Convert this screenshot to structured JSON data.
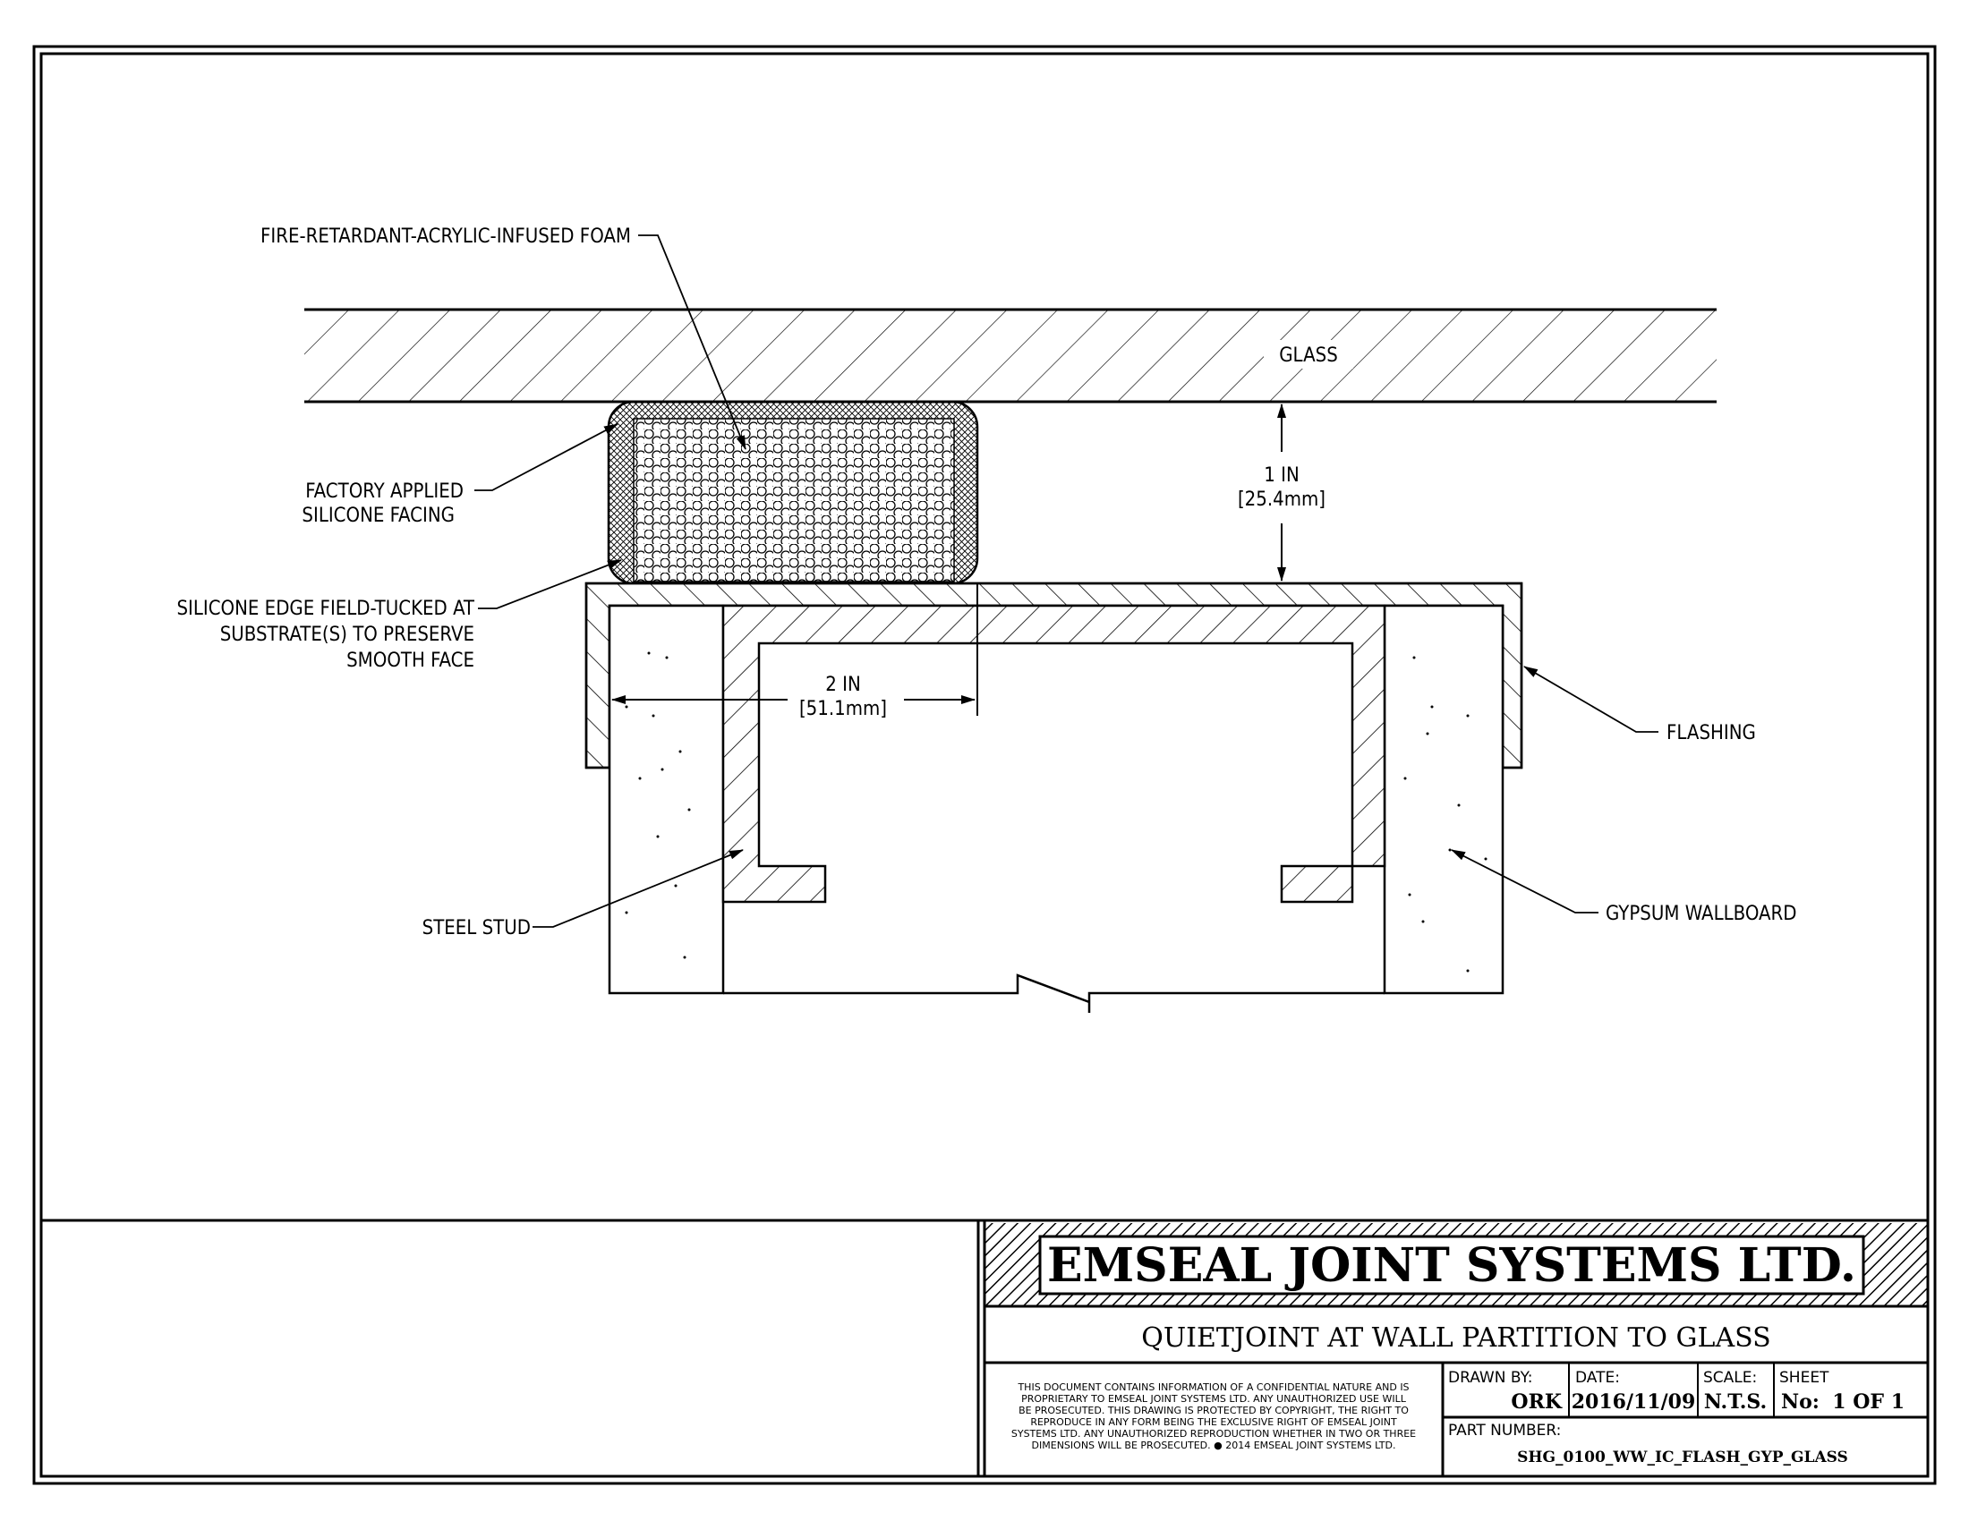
{
  "labels": {
    "foam": "FIRE-RETARDANT-ACRYLIC-INFUSED FOAM",
    "glass": "GLASS",
    "facing_line1": "FACTORY APPLIED",
    "facing_line2": "SILICONE FACING",
    "edge_line1": "SILICONE EDGE FIELD-TUCKED AT",
    "edge_line2": "SUBSTRATE(S) TO PRESERVE",
    "edge_line3": "SMOOTH FACE",
    "dim_gap_line1": "1 IN",
    "dim_gap_line2": "[25.4mm]",
    "dim_width_line1": "2 IN",
    "dim_width_line2": "[51.1mm]",
    "flashing": "FLASHING",
    "steel_stud": "STEEL STUD",
    "gypsum": "GYPSUM WALLBOARD"
  },
  "title_block": {
    "company": "EMSEAL JOINT SYSTEMS LTD.",
    "title": "QUIETJOINT AT WALL PARTITION TO GLASS",
    "notice": [
      "THIS DOCUMENT CONTAINS INFORMATION OF A CONFIDENTIAL NATURE AND IS",
      "PROPRIETARY TO EMSEAL JOINT SYSTEMS LTD. ANY UNAUTHORIZED USE WILL",
      "BE PROSECUTED. THIS DRAWING IS PROTECTED BY COPYRIGHT, THE RIGHT TO",
      "REPRODUCE IN ANY FORM BEING THE EXCLUSIVE RIGHT OF EMSEAL JOINT",
      "SYSTEMS LTD. ANY UNAUTHORIZED REPRODUCTION WHETHER IN TWO OR THREE",
      "DIMENSIONS WILL BE PROSECUTED. ● 2014 EMSEAL JOINT SYSTEMS LTD."
    ],
    "drawn_by_label": "DRAWN BY:",
    "drawn_by": "ORK",
    "date_label": "DATE:",
    "date": "2016/11/09",
    "scale_label": "SCALE:",
    "scale": "N.T.S.",
    "sheet_label": "SHEET",
    "sheet_no_label": "No:",
    "sheet": "1 OF 1",
    "part_number_label": "PART NUMBER:",
    "part_number": "SHG_0100_WW_IC_FLASH_GYP_GLASS"
  }
}
